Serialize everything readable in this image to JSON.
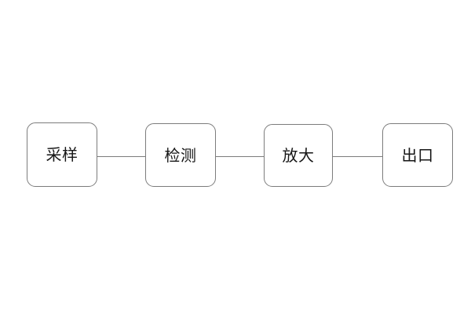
{
  "diagram": {
    "type": "flowchart",
    "orientation": "horizontal",
    "background_color": "#ffffff",
    "node_border_color": "#7c7c7c",
    "node_fill_color": "#ffffff",
    "connector_color": "#7c7c7c",
    "text_color": "#161616",
    "nodes": [
      {
        "id": "node-0",
        "label": "采样",
        "shape": "rounded-rectangle"
      },
      {
        "id": "node-1",
        "label": "检测",
        "shape": "rounded-rectangle"
      },
      {
        "id": "node-2",
        "label": "放大",
        "shape": "rounded-rectangle"
      },
      {
        "id": "node-3",
        "label": "出口",
        "shape": "rounded-rectangle"
      }
    ],
    "connectors": [
      {
        "id": "connector-0",
        "from": "node-0",
        "to": "node-1",
        "style": "plain-line",
        "arrowhead": "none"
      },
      {
        "id": "connector-1",
        "from": "node-1",
        "to": "node-2",
        "style": "plain-line",
        "arrowhead": "none"
      },
      {
        "id": "connector-2",
        "from": "node-2",
        "to": "node-3",
        "style": "plain-line",
        "arrowhead": "none"
      }
    ]
  }
}
